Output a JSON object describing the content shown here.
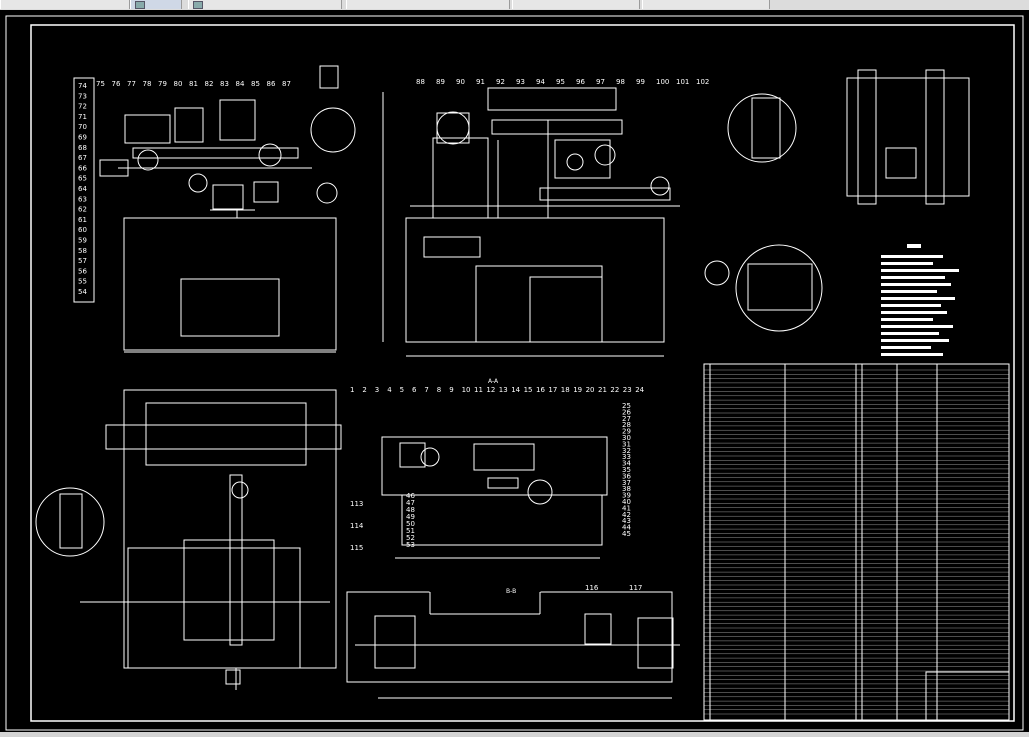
{
  "app": {
    "title": "CAD drawing viewer"
  },
  "tabs": [
    {
      "label": "",
      "icon": "drawing-file-icon"
    },
    {
      "label": "",
      "icon": "drawing-file-icon"
    },
    {
      "label": "",
      "icon": "drawing-file-icon"
    },
    {
      "label": "",
      "icon": "drawing-file-icon"
    },
    {
      "label": "",
      "icon": "drawing-file-icon"
    }
  ],
  "drawing": {
    "section_label_aa": "A-A",
    "view_label_bb": "B-B",
    "leaders_left": [
      "74",
      "73",
      "72",
      "71",
      "70",
      "69",
      "68",
      "67",
      "66",
      "65",
      "64",
      "63",
      "62",
      "61",
      "60",
      "59",
      "58",
      "57",
      "56",
      "55",
      "54"
    ],
    "leaders_top_left": [
      "75",
      "76",
      "77",
      "78",
      "79",
      "80",
      "81",
      "82",
      "83",
      "84",
      "85",
      "86",
      "87"
    ],
    "leaders_top_mid": [
      "88",
      "89",
      "90",
      "91",
      "92",
      "93",
      "94",
      "95",
      "96",
      "97",
      "98",
      "99",
      "100",
      "101",
      "102"
    ],
    "leaders_section": [
      "1",
      "2",
      "3",
      "4",
      "5",
      "6",
      "7",
      "8",
      "9",
      "10",
      "11",
      "12",
      "13",
      "14",
      "15",
      "16",
      "17",
      "18",
      "19",
      "20",
      "21",
      "22",
      "23",
      "24"
    ],
    "leaders_section_right": [
      "25",
      "26",
      "27",
      "28",
      "29",
      "30",
      "31",
      "32",
      "33",
      "34",
      "35",
      "36",
      "37",
      "38",
      "39",
      "40",
      "41",
      "42",
      "43",
      "44",
      "45"
    ],
    "leaders_section_left": [
      "46",
      "47",
      "48",
      "49",
      "50",
      "51",
      "52",
      "53"
    ],
    "leaders_plan": [
      "113",
      "114",
      "115"
    ],
    "leaders_bottom": [
      "116",
      "117"
    ]
  },
  "colors": {
    "line": "#ffffff",
    "frame": "#ffffff",
    "background": "#000000"
  }
}
